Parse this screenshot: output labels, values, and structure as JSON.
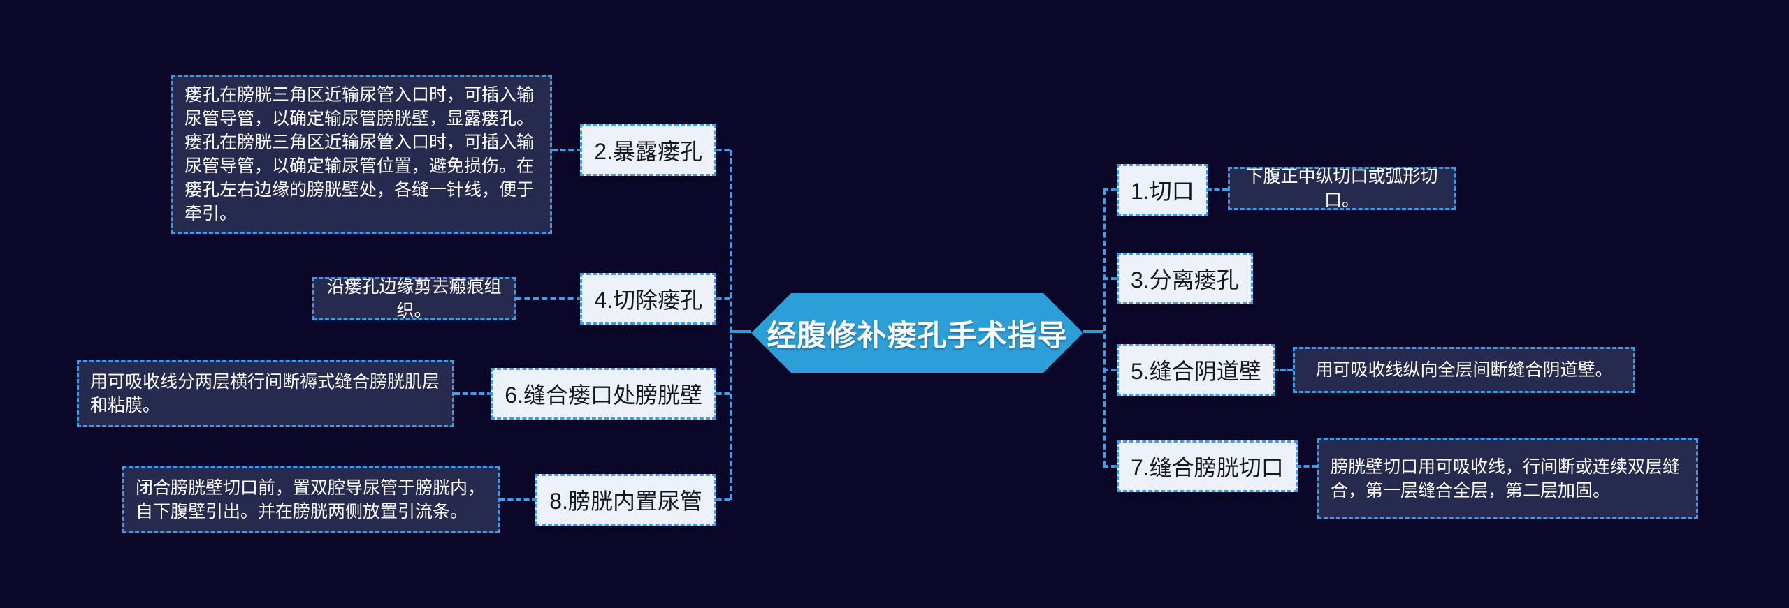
{
  "title": "经腹修补瘘孔手术指导",
  "colors": {
    "background": "#0a0728",
    "central_node": "#2d9fd8",
    "note_box_fill": "#262a4e",
    "step_box_fill": "#edf1f9",
    "step_box_text": "#16161f",
    "dashed_line": "#3f9fe8",
    "note_text": "#ffffff"
  },
  "center": {
    "title": "经腹修补瘘孔手术指导"
  },
  "left_branch": {
    "nodes": [
      {
        "label": "2.暴露瘘孔",
        "note": "瘘孔在膀胱三角区近输尿管入口时，可插入输尿管导管，以确定输尿管膀胱壁，显露瘘孔。瘘孔在膀胱三角区近输尿管入口时，可插入输尿管导管，以确定输尿管位置，避免损伤。在瘘孔左右边缘的膀胱壁处，各缝一针线，便于牵引。"
      },
      {
        "label": "4.切除瘘孔",
        "note": "沿瘘孔边缘剪去瘢痕组织。"
      },
      {
        "label": "6.缝合瘘口处膀胱壁",
        "note": "用可吸收线分两层横行间断褥式缝合膀胱肌层和粘膜。"
      },
      {
        "label": "8.膀胱内置尿管",
        "note": "闭合膀胱壁切口前，置双腔导尿管于膀胱内，自下腹壁引出。并在膀胱两侧放置引流条。"
      }
    ]
  },
  "right_branch": {
    "nodes": [
      {
        "label": "1.切口",
        "note": "下腹正中纵切口或弧形切口。"
      },
      {
        "label": "3.分离瘘孔",
        "note": ""
      },
      {
        "label": "5.缝合阴道壁",
        "note": "用可吸收线纵向全层间断缝合阴道壁。"
      },
      {
        "label": "7.缝合膀胱切口",
        "note": "膀胱壁切口用可吸收线，行间断或连续双层缝合，第一层缝合全层，第二层加固。"
      }
    ]
  }
}
